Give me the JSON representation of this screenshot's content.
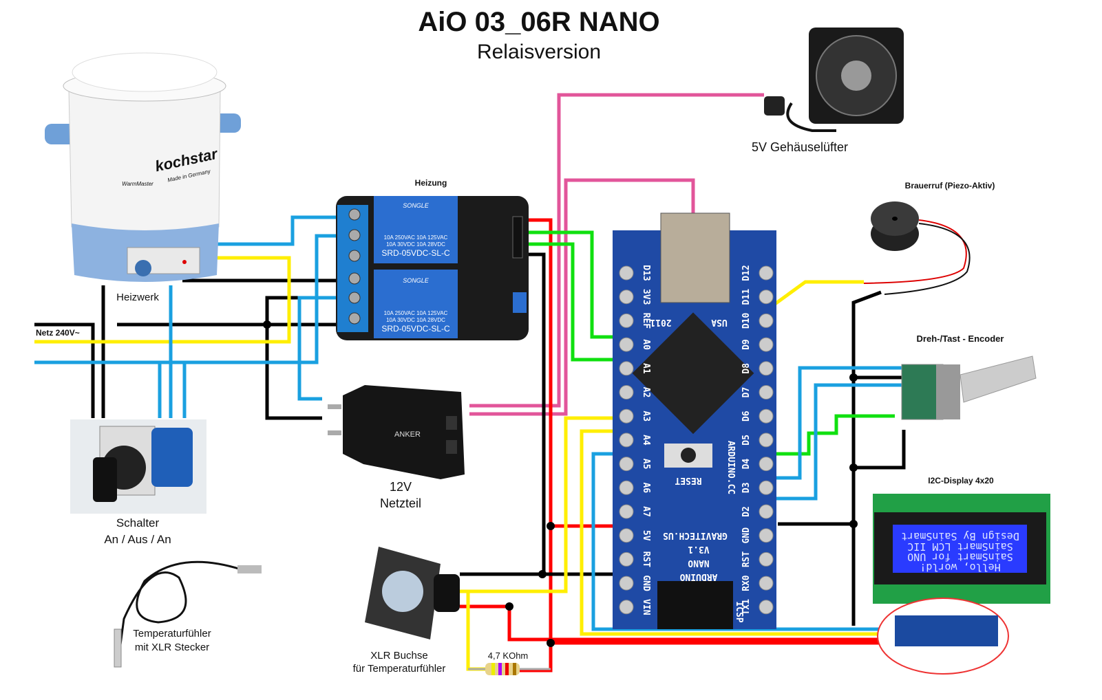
{
  "title": "AiO 03_06R NANO",
  "subtitle": "Relaisversion",
  "components": {
    "heizwerk": {
      "label": "Heizwerk",
      "brand": "kochstar",
      "brand_sub": "Made in Germany",
      "model": "WarmMaster"
    },
    "netz": {
      "label": "Netz 240V~"
    },
    "relay": {
      "label": "Heizung",
      "relay_brand": "SONGLE",
      "relay_spec_1": "10A 250VAC  10A 125VAC",
      "relay_spec_2": "10A 30VDC  10A 28VDC",
      "relay_model": "SRD-05VDC-SL-C"
    },
    "switch": {
      "label_1": "Schalter",
      "label_2": "An / Aus / An"
    },
    "psu": {
      "label_1": "12V",
      "label_2": "Netzteil",
      "brand": "ANKER"
    },
    "fan": {
      "label": "5V Gehäuselüfter"
    },
    "piezo": {
      "label": "Brauerruf (Piezo-Aktiv)"
    },
    "encoder": {
      "label": "Dreh-/Tast - Encoder"
    },
    "display": {
      "label": "I2C-Display 4x20",
      "lines": [
        "Design By SainSmart",
        "SainSmart LCM IIC",
        "SainSmart for UNO",
        "Hello, world!"
      ]
    },
    "temp_sensor": {
      "label_1": "Temperaturfühler",
      "label_2": "mit XLR Stecker"
    },
    "xlr": {
      "label_1": "XLR Buchse",
      "label_2": "für Temperaturfühler"
    },
    "resistor": {
      "label": "4,7 KOhm"
    },
    "nano": {
      "board_text": [
        "ARDUINO",
        "NANO",
        "V3.1",
        "GRAVITECH.US",
        "ARDUINO.CC",
        "RESET",
        "2011",
        "USA",
        "ICSP"
      ],
      "left_pins": [
        "D13",
        "3V3",
        "REF",
        "A0",
        "A1",
        "A2",
        "A3",
        "A4",
        "A5",
        "A6",
        "A7",
        "5V",
        "RST",
        "GND",
        "VIN"
      ],
      "right_pins": [
        "D12",
        "D11",
        "D10",
        "D9",
        "D8",
        "D7",
        "D6",
        "D5",
        "D4",
        "D3",
        "D2",
        "GND",
        "RST",
        "RX0",
        "TX1"
      ]
    }
  },
  "wire_colors": {
    "pink": "#e2559a",
    "red": "#ff0000",
    "black": "#000000",
    "green": "#10e010",
    "yellow": "#ffee00",
    "blue": "#1aa0e0"
  }
}
